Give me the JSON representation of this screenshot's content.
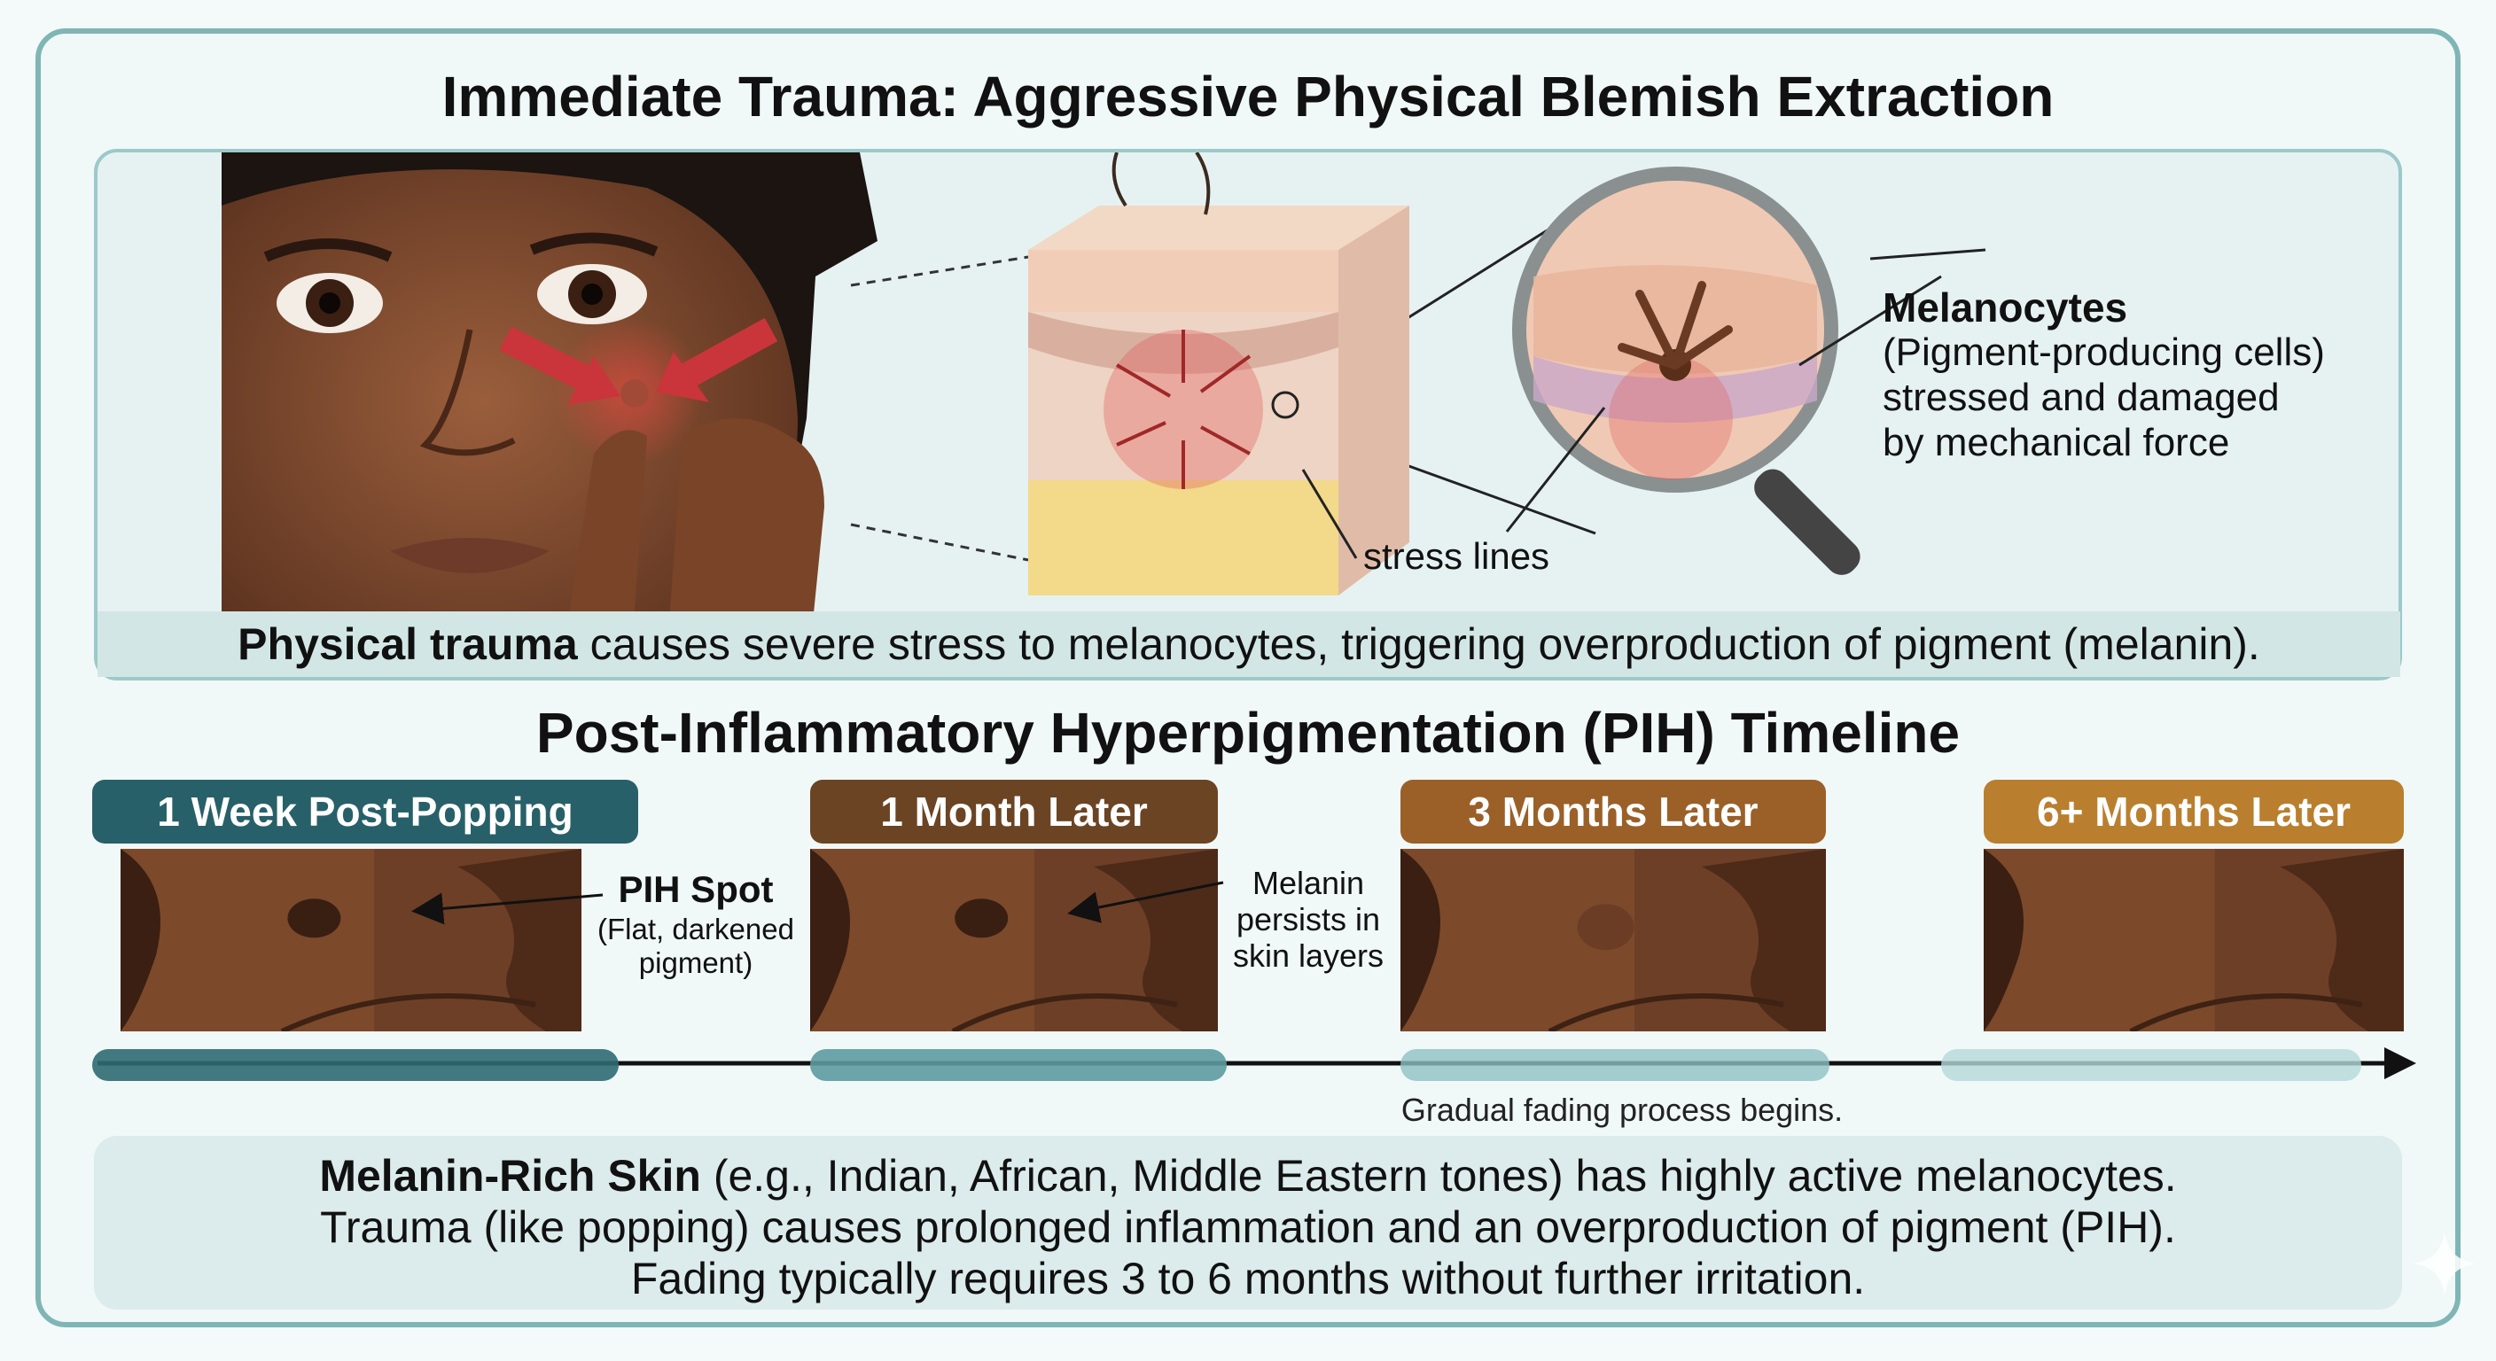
{
  "colors": {
    "stage1": "#286069",
    "stage2": "#6b4424",
    "stage3": "#9a6028",
    "stage4": "#b97f2e",
    "frame_border": "#7fb5b5",
    "timeline_bar": "#5c9aa0"
  },
  "top": {
    "title": "Immediate Trauma: Aggressive Physical Blemish Extraction",
    "melanocytes_label": "Melanocytes",
    "melanocytes_desc": "(Pigment-producing cells)\nstressed and damaged\nby mechanical force",
    "stress_label": "stress lines",
    "caption_bold": "Physical trauma",
    "caption_rest": " causes severe stress to melanocytes, triggering overproduction of pigment (melanin)."
  },
  "timeline": {
    "title": "Post-Inflammatory Hyperpigmentation (PIH) Timeline",
    "stages": [
      {
        "label": "1 Week Post-Popping",
        "spot": "dark"
      },
      {
        "label": "1 Month Later",
        "spot": "dark"
      },
      {
        "label": "3 Months Later",
        "spot": "faint"
      },
      {
        "label": "6+ Months Later",
        "spot": "none"
      }
    ],
    "pih_spot_title": "PIH Spot",
    "pih_spot_desc": "(Flat, darkened\npigment)",
    "melanin_note": "Melanin\npersists in\nskin layers",
    "fading_note": "Gradual fading process begins."
  },
  "bottom": {
    "line1_bold": "Melanin-Rich Skin",
    "line1_rest": " (e.g., Indian, African, Middle Eastern tones) has highly active melanocytes.",
    "line2": "Trauma (like popping) causes prolonged inflammation and an overproduction of pigment (PIH).",
    "line3": "Fading typically requires 3 to 6 months without further irritation."
  }
}
